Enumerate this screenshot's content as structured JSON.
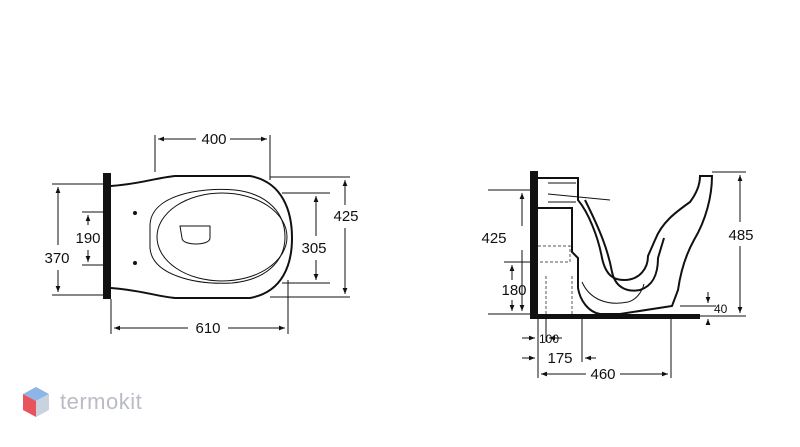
{
  "dimensions": {
    "top": {
      "width_400": "400",
      "length_610": "610",
      "wall_370": "370",
      "holes_190": "190",
      "bowl_305": "305",
      "overall_425": "425"
    },
    "side": {
      "height_425": "425",
      "height_485": "485",
      "height_180": "180",
      "height_40": "40",
      "offset_100": "100",
      "offset_175": "175",
      "depth_460": "460"
    }
  },
  "brand": {
    "name": "termokit",
    "logo_icon": "hexagon-cube-icon",
    "logo_colors": [
      "#e8545c",
      "#8db6e6",
      "#c9d3e0"
    ]
  }
}
